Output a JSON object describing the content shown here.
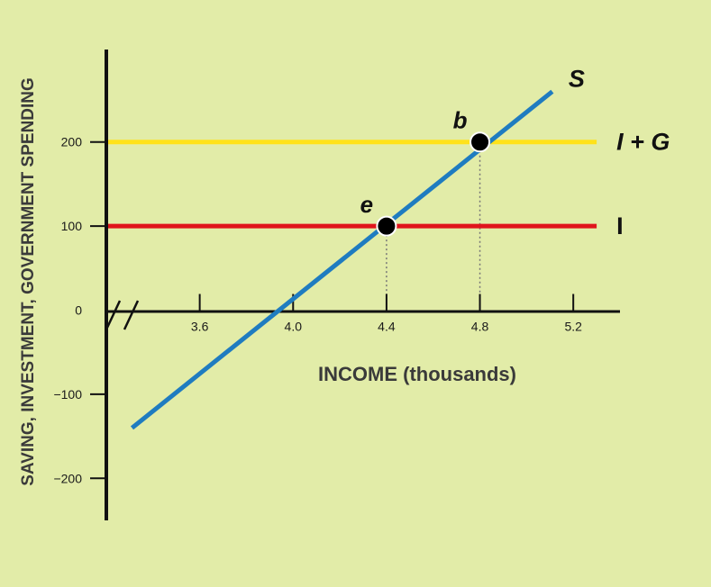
{
  "chart_data": {
    "type": "line",
    "xlabel": "INCOME (thousands)",
    "ylabel": "SAVING, INVESTMENT, GOVERNMENT SPENDING",
    "x_ticks": [
      "3.6",
      "4.0",
      "4.4",
      "4.8",
      "5.2"
    ],
    "y_ticks": [
      "200",
      "100",
      "0",
      "−100",
      "−200"
    ],
    "xlim": [
      3.2,
      5.4
    ],
    "ylim": [
      -250,
      310
    ],
    "axis_break": true,
    "grid": false,
    "series": [
      {
        "name": "S",
        "color": "#1f7cc0",
        "x": [
          3.31,
          5.11
        ],
        "y": [
          -140,
          260
        ]
      },
      {
        "name": "I + G",
        "color": "#ffe21a",
        "x": [
          3.2,
          5.3
        ],
        "y": [
          200,
          200
        ]
      },
      {
        "name": "I",
        "color": "#e0151c",
        "x": [
          3.2,
          5.3
        ],
        "y": [
          100,
          100
        ]
      }
    ],
    "points": [
      {
        "label": "e",
        "x": 4.4,
        "y": 100
      },
      {
        "label": "b",
        "x": 4.8,
        "y": 200
      }
    ]
  }
}
